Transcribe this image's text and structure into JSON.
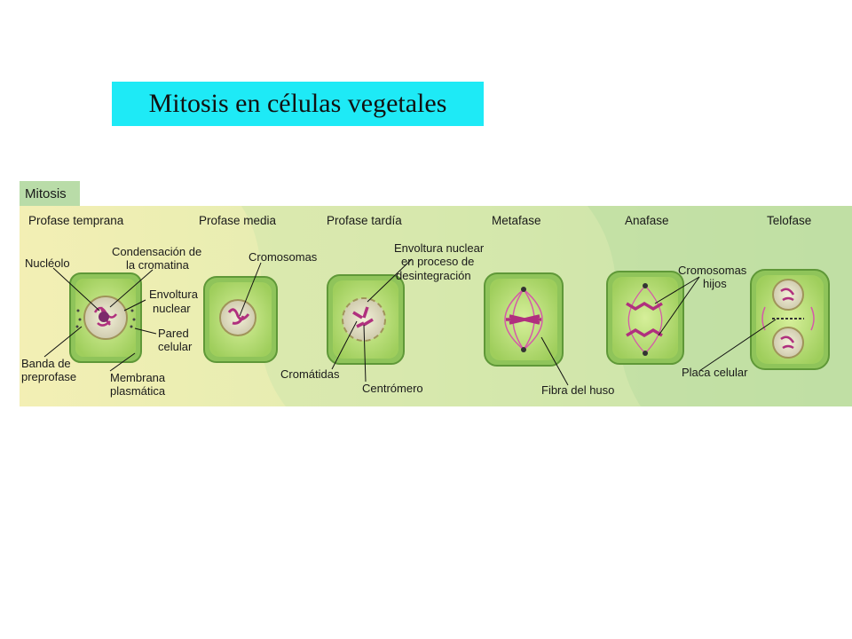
{
  "title": "Mitosis en células vegetales",
  "colors": {
    "title_bg": "#1eeaf6",
    "panel_bg_left": "#f3efb4",
    "panel_bg_right": "#bfe0a4",
    "header_bg": "#b9dca8",
    "cell_wall": "#8fc45a",
    "cytoplasm": "#bde07a",
    "chromosome": "#b0307e",
    "spindle": "#d55aa8"
  },
  "figure": {
    "header": "Mitosis",
    "stages": [
      "Profase temprana",
      "Profase media",
      "Profase tardía",
      "Metafase",
      "Anafase",
      "Telofase"
    ],
    "labels": {
      "nucleolo": "Nucléolo",
      "condensacion_1": "Condensación de",
      "condensacion_2": "la cromatina",
      "envoltura_1": "Envoltura",
      "envoltura_2": "nuclear",
      "pared_1": "Pared",
      "pared_2": "celular",
      "banda_1": "Banda de",
      "banda_2": "preprofase",
      "membrana_1": "Membrana",
      "membrana_2": "plasmática",
      "cromosomas": "Cromosomas",
      "env_des_1": "Envoltura nuclear",
      "env_des_2": "en proceso de",
      "env_des_3": "desintegración",
      "cromatidas": "Cromátidas",
      "centromero": "Centrómero",
      "fibra": "Fibra del huso",
      "hijos_1": "Cromosomas",
      "hijos_2": "hijos",
      "placa": "Placa celular"
    }
  }
}
